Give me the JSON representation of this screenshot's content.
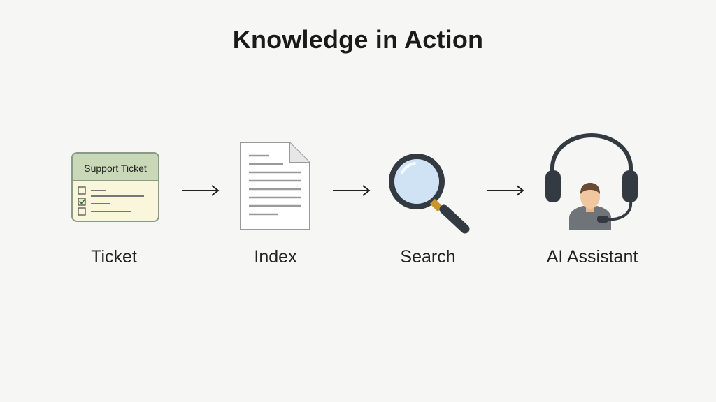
{
  "diagram": {
    "title": "Knowledge in Action",
    "ticket_card_header": "Support Ticket",
    "stages": [
      {
        "label": "Ticket",
        "icon": "support-ticket-icon"
      },
      {
        "label": "Index",
        "icon": "document-icon"
      },
      {
        "label": "Search",
        "icon": "magnifying-glass-icon"
      },
      {
        "label": "AI Assistant",
        "icon": "headset-agent-icon"
      }
    ],
    "colors": {
      "ticket_header": "#c9d9b8",
      "ticket_body": "#faf6dc",
      "ticket_border": "#8a9a88",
      "lens": "#cfe3f5",
      "dark": "#333a42",
      "skin": "#f1c7a0",
      "hair": "#6b4a33"
    }
  }
}
